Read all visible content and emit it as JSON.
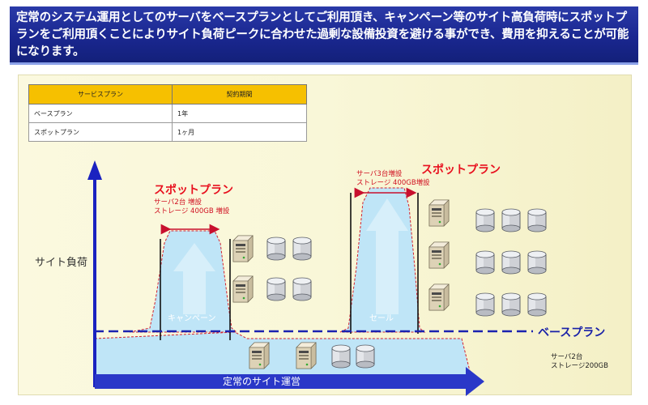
{
  "header": {
    "text": "定常のシステム運用としてのサーバをベースプランとしてご利用頂き、キャンペーン等のサイト高負荷時にスポットプランをご利用頂くことによりサイト負荷ピークに合わせた過剰な設備投資を避ける事ができ、費用を抑えることが可能になります。"
  },
  "plan_table": {
    "headers": [
      "サービスプラン",
      "契約期間"
    ],
    "rows": [
      [
        "ベースプラン",
        "1年"
      ],
      [
        "スポットプラン",
        "1ヶ月"
      ]
    ]
  },
  "diagram": {
    "y_axis_label": "サイト負荷",
    "x_axis_label": "定常のサイト運営",
    "spot_plan_1": {
      "title": "スポットプラン",
      "line1": "サーバ2台 増設",
      "line2": "ストレージ 400GB 増設",
      "event": "キャンペーン"
    },
    "spot_plan_2": {
      "title": "スポットプラン",
      "line1": "サーバ3台増設",
      "line2": "ストレージ 400GB増設",
      "event": "セール"
    },
    "base_plan": {
      "title": "ベースプラン",
      "line1": "サーバ2台",
      "line2": "ストレージ200GB"
    }
  },
  "colors": {
    "header_bg": "#1a2790",
    "table_header": "#f6c000",
    "spot_red": "#e8101e",
    "base_blue": "#1820a8",
    "area_fill": "#bde4f5"
  },
  "icons": [
    "server-icon",
    "storage-disk-icon",
    "arrow-up-icon",
    "double-arrow-icon"
  ]
}
